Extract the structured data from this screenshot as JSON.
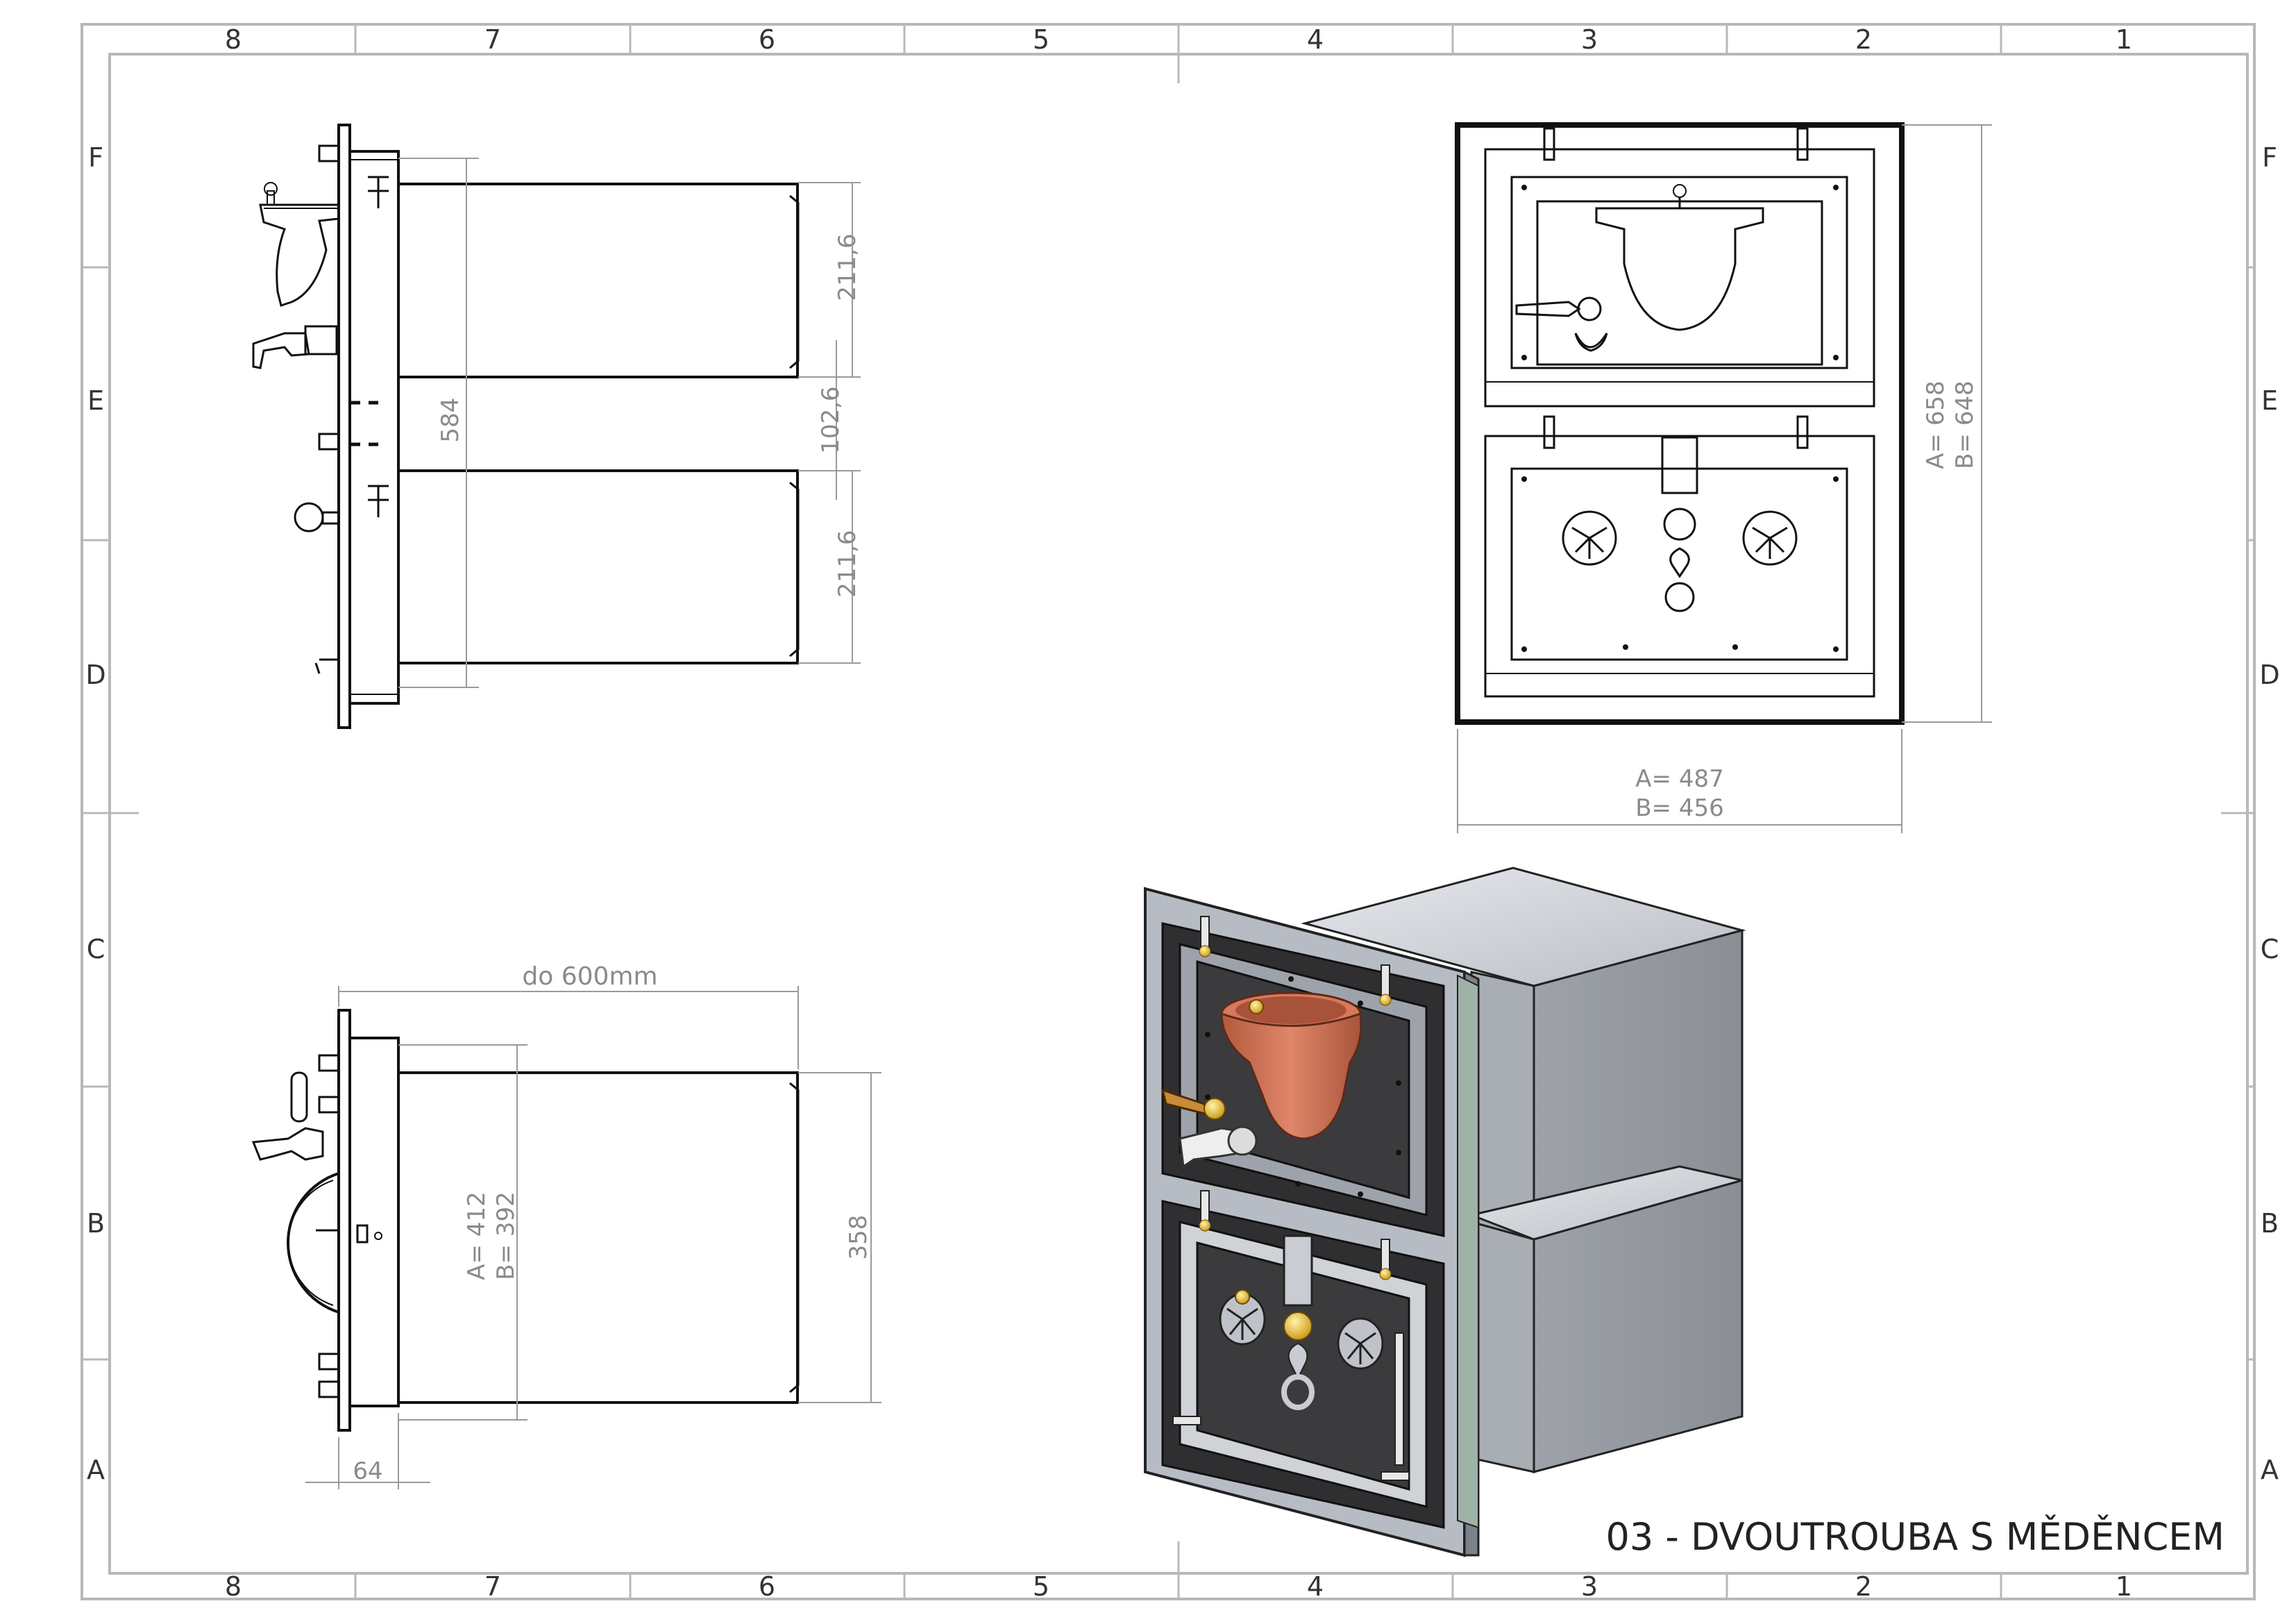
{
  "title_block": {
    "title": "03 - DVOUTROUBA S MĚDĚNCEM"
  },
  "grid": {
    "columns": [
      "8",
      "7",
      "6",
      "5",
      "4",
      "3",
      "2",
      "1"
    ],
    "rows": [
      "F",
      "E",
      "D",
      "C",
      "B",
      "A"
    ]
  },
  "side_view": {
    "dim_upper_oven": "211,6",
    "dim_gap": "102,6",
    "dim_lower_oven": "211,6",
    "dim_total_height": "584"
  },
  "front_view": {
    "width_a": "A= 487",
    "width_b": "B= 456",
    "height_a": "A= 658",
    "height_b": "B= 648"
  },
  "top_view": {
    "depth": "do 600mm",
    "width_a": "A= 412",
    "width_b": "B= 392",
    "body_width": "358",
    "flange": "64"
  },
  "colors": {
    "copper": "#c8694a",
    "steel_light": "#c9ccd2",
    "steel_dark": "#8e9299",
    "door_dark": "#3b3b3d",
    "brass": "#e2b52b",
    "dimension_gray": "#8a8a8a"
  }
}
